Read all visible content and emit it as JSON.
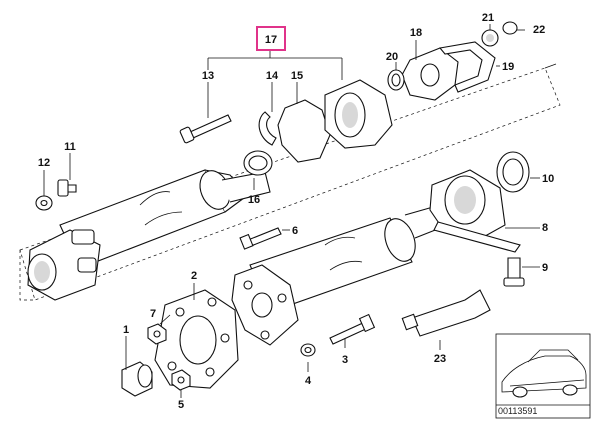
{
  "callouts": {
    "c1": "1",
    "c2": "2",
    "c3": "3",
    "c4": "4",
    "c5": "5",
    "c6": "6",
    "c7": "7",
    "c8": "8",
    "c9": "9",
    "c10": "10",
    "c11": "11",
    "c12": "12",
    "c13": "13",
    "c14": "14",
    "c15": "15",
    "c16": "16",
    "c17": "17",
    "c18": "18",
    "c19": "19",
    "c20": "20",
    "c21": "21",
    "c22": "22",
    "c23": "23"
  },
  "diagram_id": "00113591",
  "colors": {
    "highlight": "#e0338a",
    "ink": "#111111",
    "shade": "#d8d8d8"
  }
}
